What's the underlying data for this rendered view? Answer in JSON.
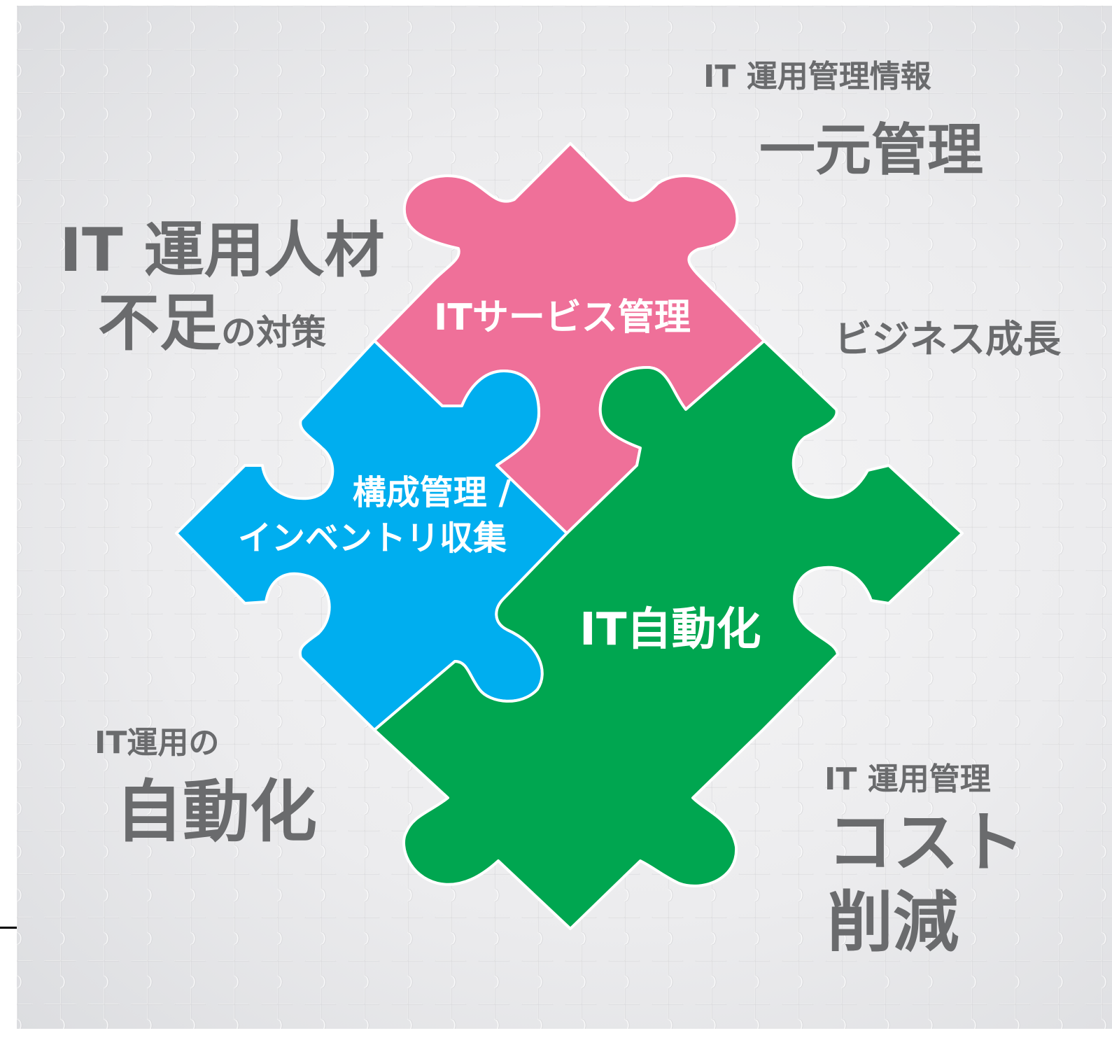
{
  "colors": {
    "pink": "#ef7099",
    "blue": "#00aeef",
    "green": "#00a650",
    "text_gray": "#6a6b6d",
    "background": "#ececee"
  },
  "pieces": {
    "top": {
      "label": "ITサービス管理"
    },
    "left": {
      "line1": "構成管理 /",
      "line2": "インベントリ収集"
    },
    "right": {
      "label": "IT自動化"
    }
  },
  "captions": {
    "top_right": {
      "small": "IT 運用管理情報",
      "large": "一元管理"
    },
    "top_left": {
      "line1": "IT 運用人材",
      "line2_large": "不足",
      "line2_small": "の対策"
    },
    "middle_right": {
      "text": "ビジネス成長"
    },
    "bottom_left": {
      "small": "IT運用の",
      "large": "自動化"
    },
    "bottom_right": {
      "small": "IT 運用管理",
      "large1": "コスト",
      "large2": "削減"
    }
  }
}
